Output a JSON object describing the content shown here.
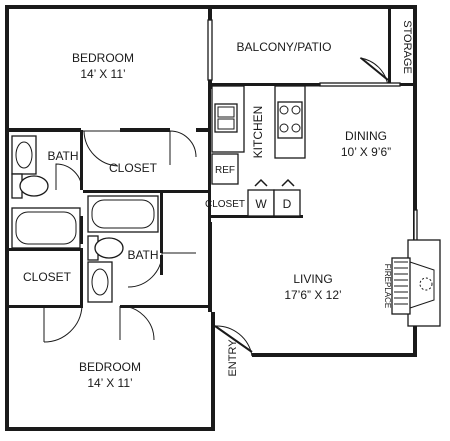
{
  "rooms": {
    "bedroom_top": {
      "name": "BEDROOM",
      "size": "14’ X 11’"
    },
    "bedroom_bottom": {
      "name": "BEDROOM",
      "size": "14’ X 11’"
    },
    "balcony": {
      "name": "BALCONY/PATIO"
    },
    "storage": {
      "name": "STORAGE"
    },
    "kitchen": {
      "name": "KITCHEN"
    },
    "dining": {
      "name": "DINING",
      "size": "10’ X 9’6”"
    },
    "living": {
      "name": "LIVING",
      "size": "17’6” X 12’"
    },
    "bath_top": {
      "name": "BATH"
    },
    "bath_bottom": {
      "name": "BATH"
    },
    "closet_top": {
      "name": "CLOSET"
    },
    "closet_left": {
      "name": "CLOSET"
    },
    "closet_hall": {
      "name": "CLOSET"
    },
    "fireplace": {
      "name": "FIREPLACE"
    },
    "entry": {
      "name": "ENTRY"
    }
  },
  "appliances": {
    "ref": "REF",
    "washer": "W",
    "dryer": "D"
  }
}
